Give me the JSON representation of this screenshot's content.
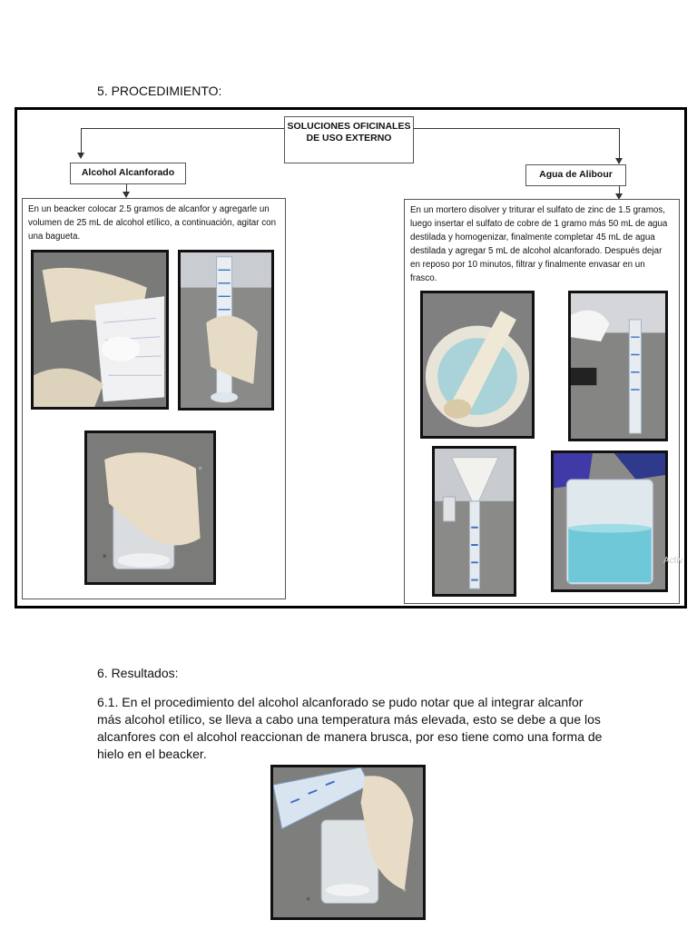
{
  "section5": {
    "heading": "5. PROCEDIMIENTO:"
  },
  "diagram": {
    "root": "SOLUCIONES OFICINALES DE USO EXTERNO",
    "left": {
      "label": "Alcohol Alcanforado",
      "text": "En un beacker colocar 2.5 gramos de alcanfor y agregarle un volumen de 25 mL de alcohol etílico, a continuación, agitar con una bagueta.",
      "photos": [
        "camphor-weighing-photo",
        "graduated-cylinder-photo",
        "beaker-stirring-photo"
      ]
    },
    "right": {
      "label": "Agua de Alibour",
      "text": "En un mortero disolver y triturar el sulfato de zinc de 1.5 gramos, luego insertar el sulfato de cobre de 1 gramo más 50 mL de agua destilada y homogenizar, finalmente completar 45 mL de agua destilada y agregar 5 mL de alcohol alcanforado. Después dejar en reposo por 10 minutos, filtrar y finalmente envasar en un frasco.",
      "photos": [
        "mortar-photo",
        "cylinder-pouring-photo",
        "funnel-filter-photo",
        "blue-beaker-photo"
      ]
    },
    "watermark": "Activ"
  },
  "section6": {
    "heading": "6. Resultados:",
    "paragraph": "6.1. En el procedimiento del alcohol alcanforado se pudo notar que al integrar alcanfor más alcohol etílico, se lleva a cabo una temperatura más elevada, esto se debe a que los alcanfores con el alcohol reaccionan de manera brusca, por eso tiene como una forma de hielo en el beacker.",
    "photo": "result-beaker-photo"
  },
  "colors": {
    "glove": "#e8dcc4",
    "granite": "#7d7d7d",
    "blue_solution": "#6ec8d8",
    "frame": "#000000"
  }
}
